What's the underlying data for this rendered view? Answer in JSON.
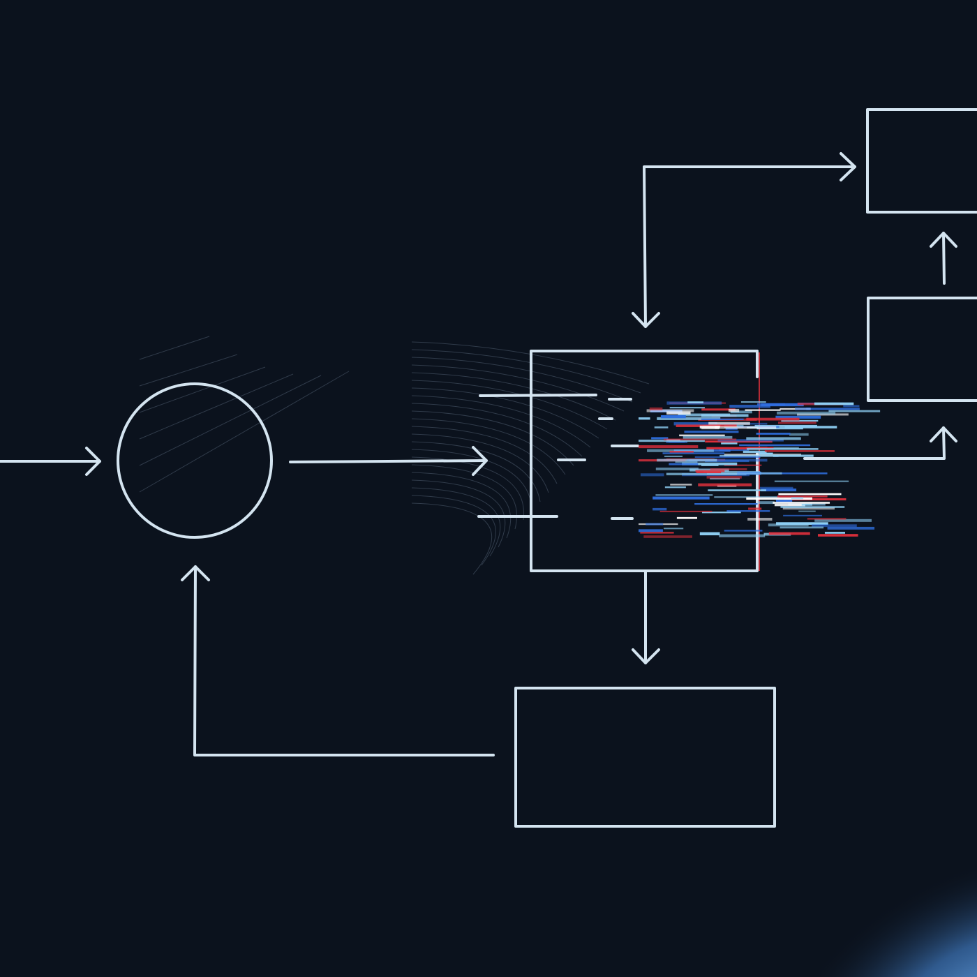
{
  "colors": {
    "background": "#0b121d",
    "stroke": "#d4e4f0",
    "glitch_red": "#e0303c",
    "glitch_blue": "#2f6fe0",
    "glitch_cyan": "#8fd0f5",
    "glow": "#4a86c8"
  },
  "diagram": {
    "nodes": [
      {
        "name": "circle-node",
        "shape": "circle"
      },
      {
        "name": "center-box",
        "shape": "rect"
      },
      {
        "name": "bottom-box",
        "shape": "rect"
      },
      {
        "name": "top-right-box",
        "shape": "rect"
      },
      {
        "name": "middle-right-box",
        "shape": "rect"
      }
    ]
  }
}
